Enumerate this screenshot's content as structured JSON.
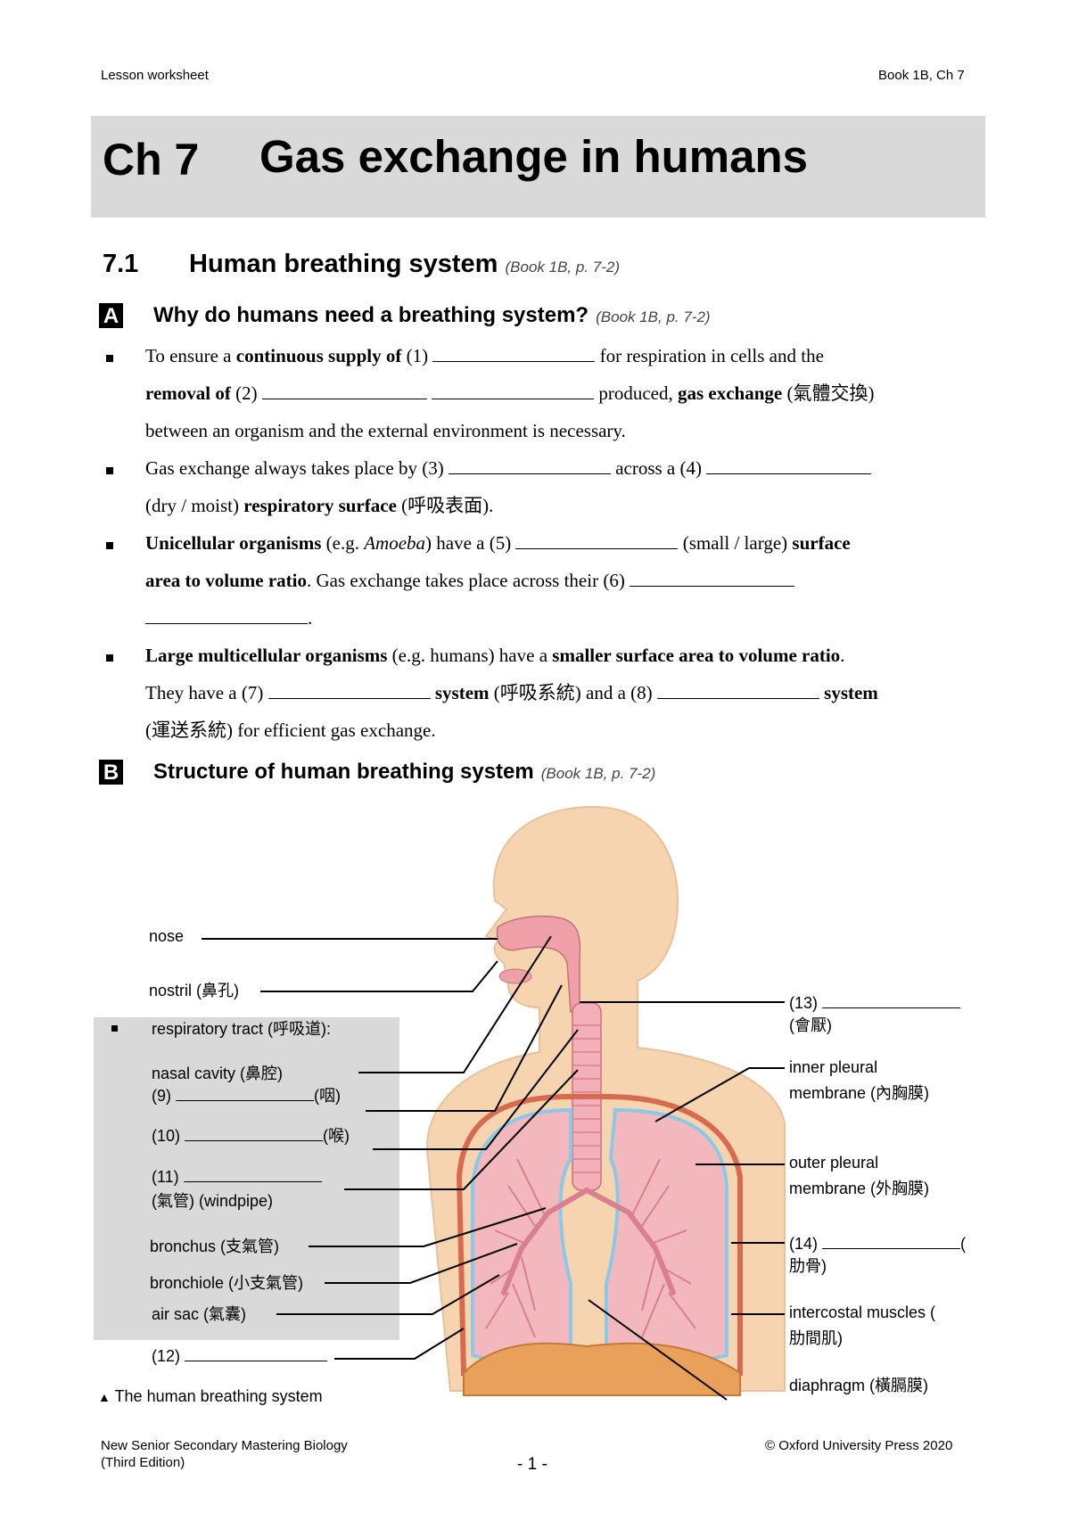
{
  "header": {
    "left": "Lesson worksheet",
    "right": "Book 1B, Ch 7"
  },
  "title": {
    "chapter": "Ch 7",
    "text": "Gas exchange in humans"
  },
  "section": {
    "number": "7.1",
    "title": "Human breathing system",
    "ref": "(Book 1B, p. 7-2)"
  },
  "partA": {
    "letter": "A",
    "title": "Why do humans need a breathing system?",
    "ref": "(Book 1B, p. 7-2)",
    "b1": {
      "t1": "To ensure a ",
      "t2": "continuous supply of",
      "t3": " (1) ",
      "t4": " for respiration in cells and the",
      "t5": "removal of",
      "t6": " (2) ",
      "t7": " produced, ",
      "t8": "gas exchange",
      "t9": " (氣體交換)",
      "t10": "between an organism and the external environment is necessary."
    },
    "b2": {
      "t1": "Gas exchange always takes place by (3) ",
      "t2": " across a (4) ",
      "t3": "(dry / moist) ",
      "t4": "respiratory surface",
      "t5": " (呼吸表面)."
    },
    "b3": {
      "t1": "Unicellular organisms",
      "t2": " (e.g. ",
      "t3": "Amoeba",
      "t4": ") have a (5) ",
      "t5": " (small / large) ",
      "t6": "surface",
      "t7": "area to volume ratio",
      "t8": ". Gas exchange takes place across their (6) ",
      "t9": "."
    },
    "b4": {
      "t1": "Large multicellular organisms",
      "t2": " (e.g. humans) have a ",
      "t3": "smaller surface area to volume ratio",
      "t4": ".",
      "t5": "They have a (7) ",
      "t6": "system",
      "t7": " (呼吸系統) and a (8) ",
      "t8": "system",
      "t9": "(運送系統)",
      "t10": " for efficient gas exchange."
    }
  },
  "partB": {
    "letter": "B",
    "title": "Structure of human breathing system",
    "ref": "(Book 1B, p. 7-2)"
  },
  "labels_left": {
    "nose": "nose",
    "nostril": "nostril (鼻孔)",
    "tract": "respiratory tract (呼吸道):",
    "nasal": "nasal cavity (鼻腔)",
    "l9a": "(9)",
    "l9b": "(咽)",
    "l10a": "(10)",
    "l10b": "(喉)",
    "l11a": "(11)",
    "l11b": "(氣管) (windpipe)",
    "bronchus": "bronchus (支氣管)",
    "bronchiole": "bronchiole (小支氣管)",
    "airsac": "air sac (氣囊)",
    "l12": "(12)"
  },
  "labels_right": {
    "l13a": "(13)",
    "l13b": "(會厭)",
    "inner1": "inner pleural",
    "inner2": "membrane (內胸膜)",
    "outer1": "outer pleural",
    "outer2": "membrane (外胸膜)",
    "l14a": "(14)",
    "l14c": "(",
    "l14b": "肋骨)",
    "ic1": "intercostal muscles (",
    "ic2": "肋間肌)",
    "diaphragm": "diaphragm (橫膈膜)"
  },
  "caption": "The human breathing system",
  "footer": {
    "left1": "New Senior Secondary Mastering Biology",
    "left2": "(Third Edition)",
    "page": "- 1 -",
    "right": "© Oxford University Press 2020"
  }
}
